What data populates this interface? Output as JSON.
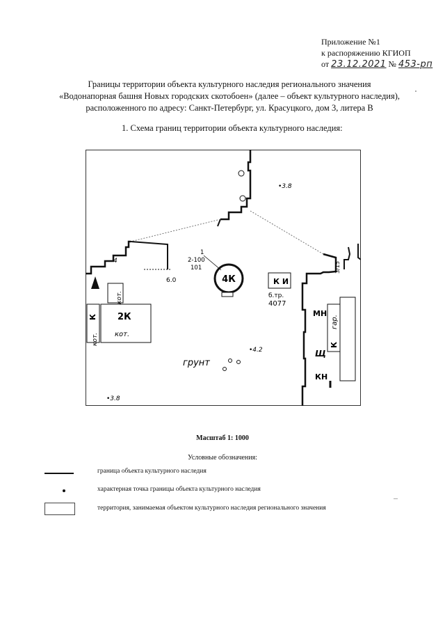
{
  "appendix": {
    "line1": "Приложение №1",
    "line2": "к распоряжению КГИОП",
    "line3_prefix": "от",
    "date_handwritten": "23.12.2021",
    "number_sign": "№",
    "number_handwritten": "453-рп"
  },
  "heading": {
    "line1": "Границы территории объекта культурного наследия регионального значения",
    "line2": "«Водонапорная башня Новых городских скотобоен» (далее – объект культурного наследия),",
    "line3": "расположенного по адресу: Санкт-Петербург, ул. Красуцкого, дом 3, литера В"
  },
  "subheading": "1.   Схема границ территории объекта культурного наследия:",
  "map": {
    "tower_label": "4К",
    "callout": [
      "1",
      "2-100",
      "101"
    ],
    "elev_38_top": "•3.8",
    "elev_38_bottom": "•3.8",
    "elev_42": "•4.2",
    "elev_60": "6.0",
    "elev_4": "4",
    "ground": "грунт",
    "bldg_2k": "2К",
    "kot1": "кот.",
    "kot2": "кот.",
    "kot3": "кот.",
    "k_left": "К",
    "ki": "К И",
    "btr": "б.тр.",
    "btr_num": "4077",
    "mn": "МН",
    "k_right": "К",
    "gar": "гар.",
    "shch": "Щ",
    "kn": "КН",
    "edge_num": "3/15"
  },
  "scale": "Масштаб 1: 1000",
  "legend": {
    "title": "Условные обозначения:",
    "items": [
      {
        "symbol": "thick-line",
        "text": "граница объекта культурного наследия"
      },
      {
        "symbol": "dot",
        "text": "характерная точка границы объекта культурного наследия"
      },
      {
        "symbol": "box",
        "text": "территория, занимаемая объектом культурного наследия регионального значения"
      }
    ]
  }
}
